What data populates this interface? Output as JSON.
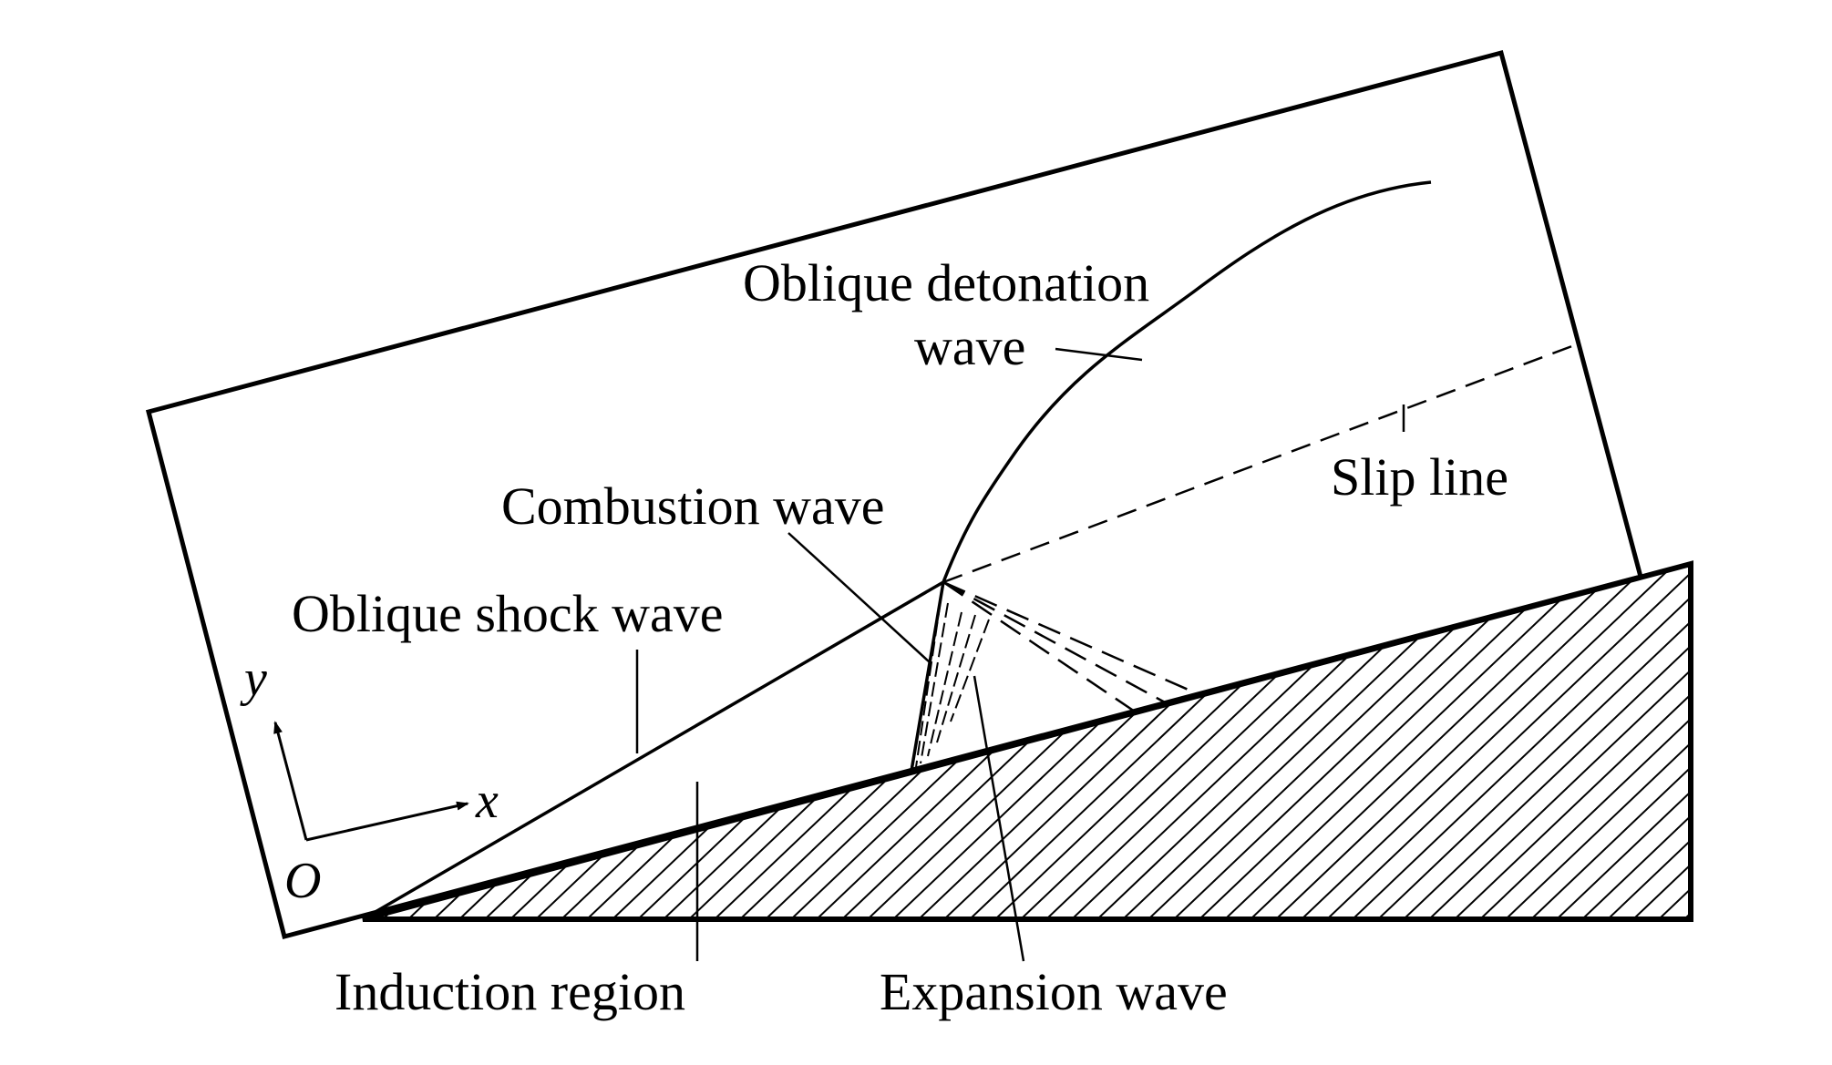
{
  "labels": {
    "oblique_detonation_wave_line1": "Oblique detonation",
    "oblique_detonation_wave_line2": "wave",
    "slip_line": "Slip line",
    "combustion_wave": "Combustion wave",
    "oblique_shock_wave": "Oblique shock wave",
    "induction_region": "Induction region",
    "expansion_wave": "Expansion wave"
  },
  "axes": {
    "x": "x",
    "y": "y",
    "origin": "O"
  },
  "colors": {
    "ink": "#000000",
    "background": "#ffffff"
  }
}
